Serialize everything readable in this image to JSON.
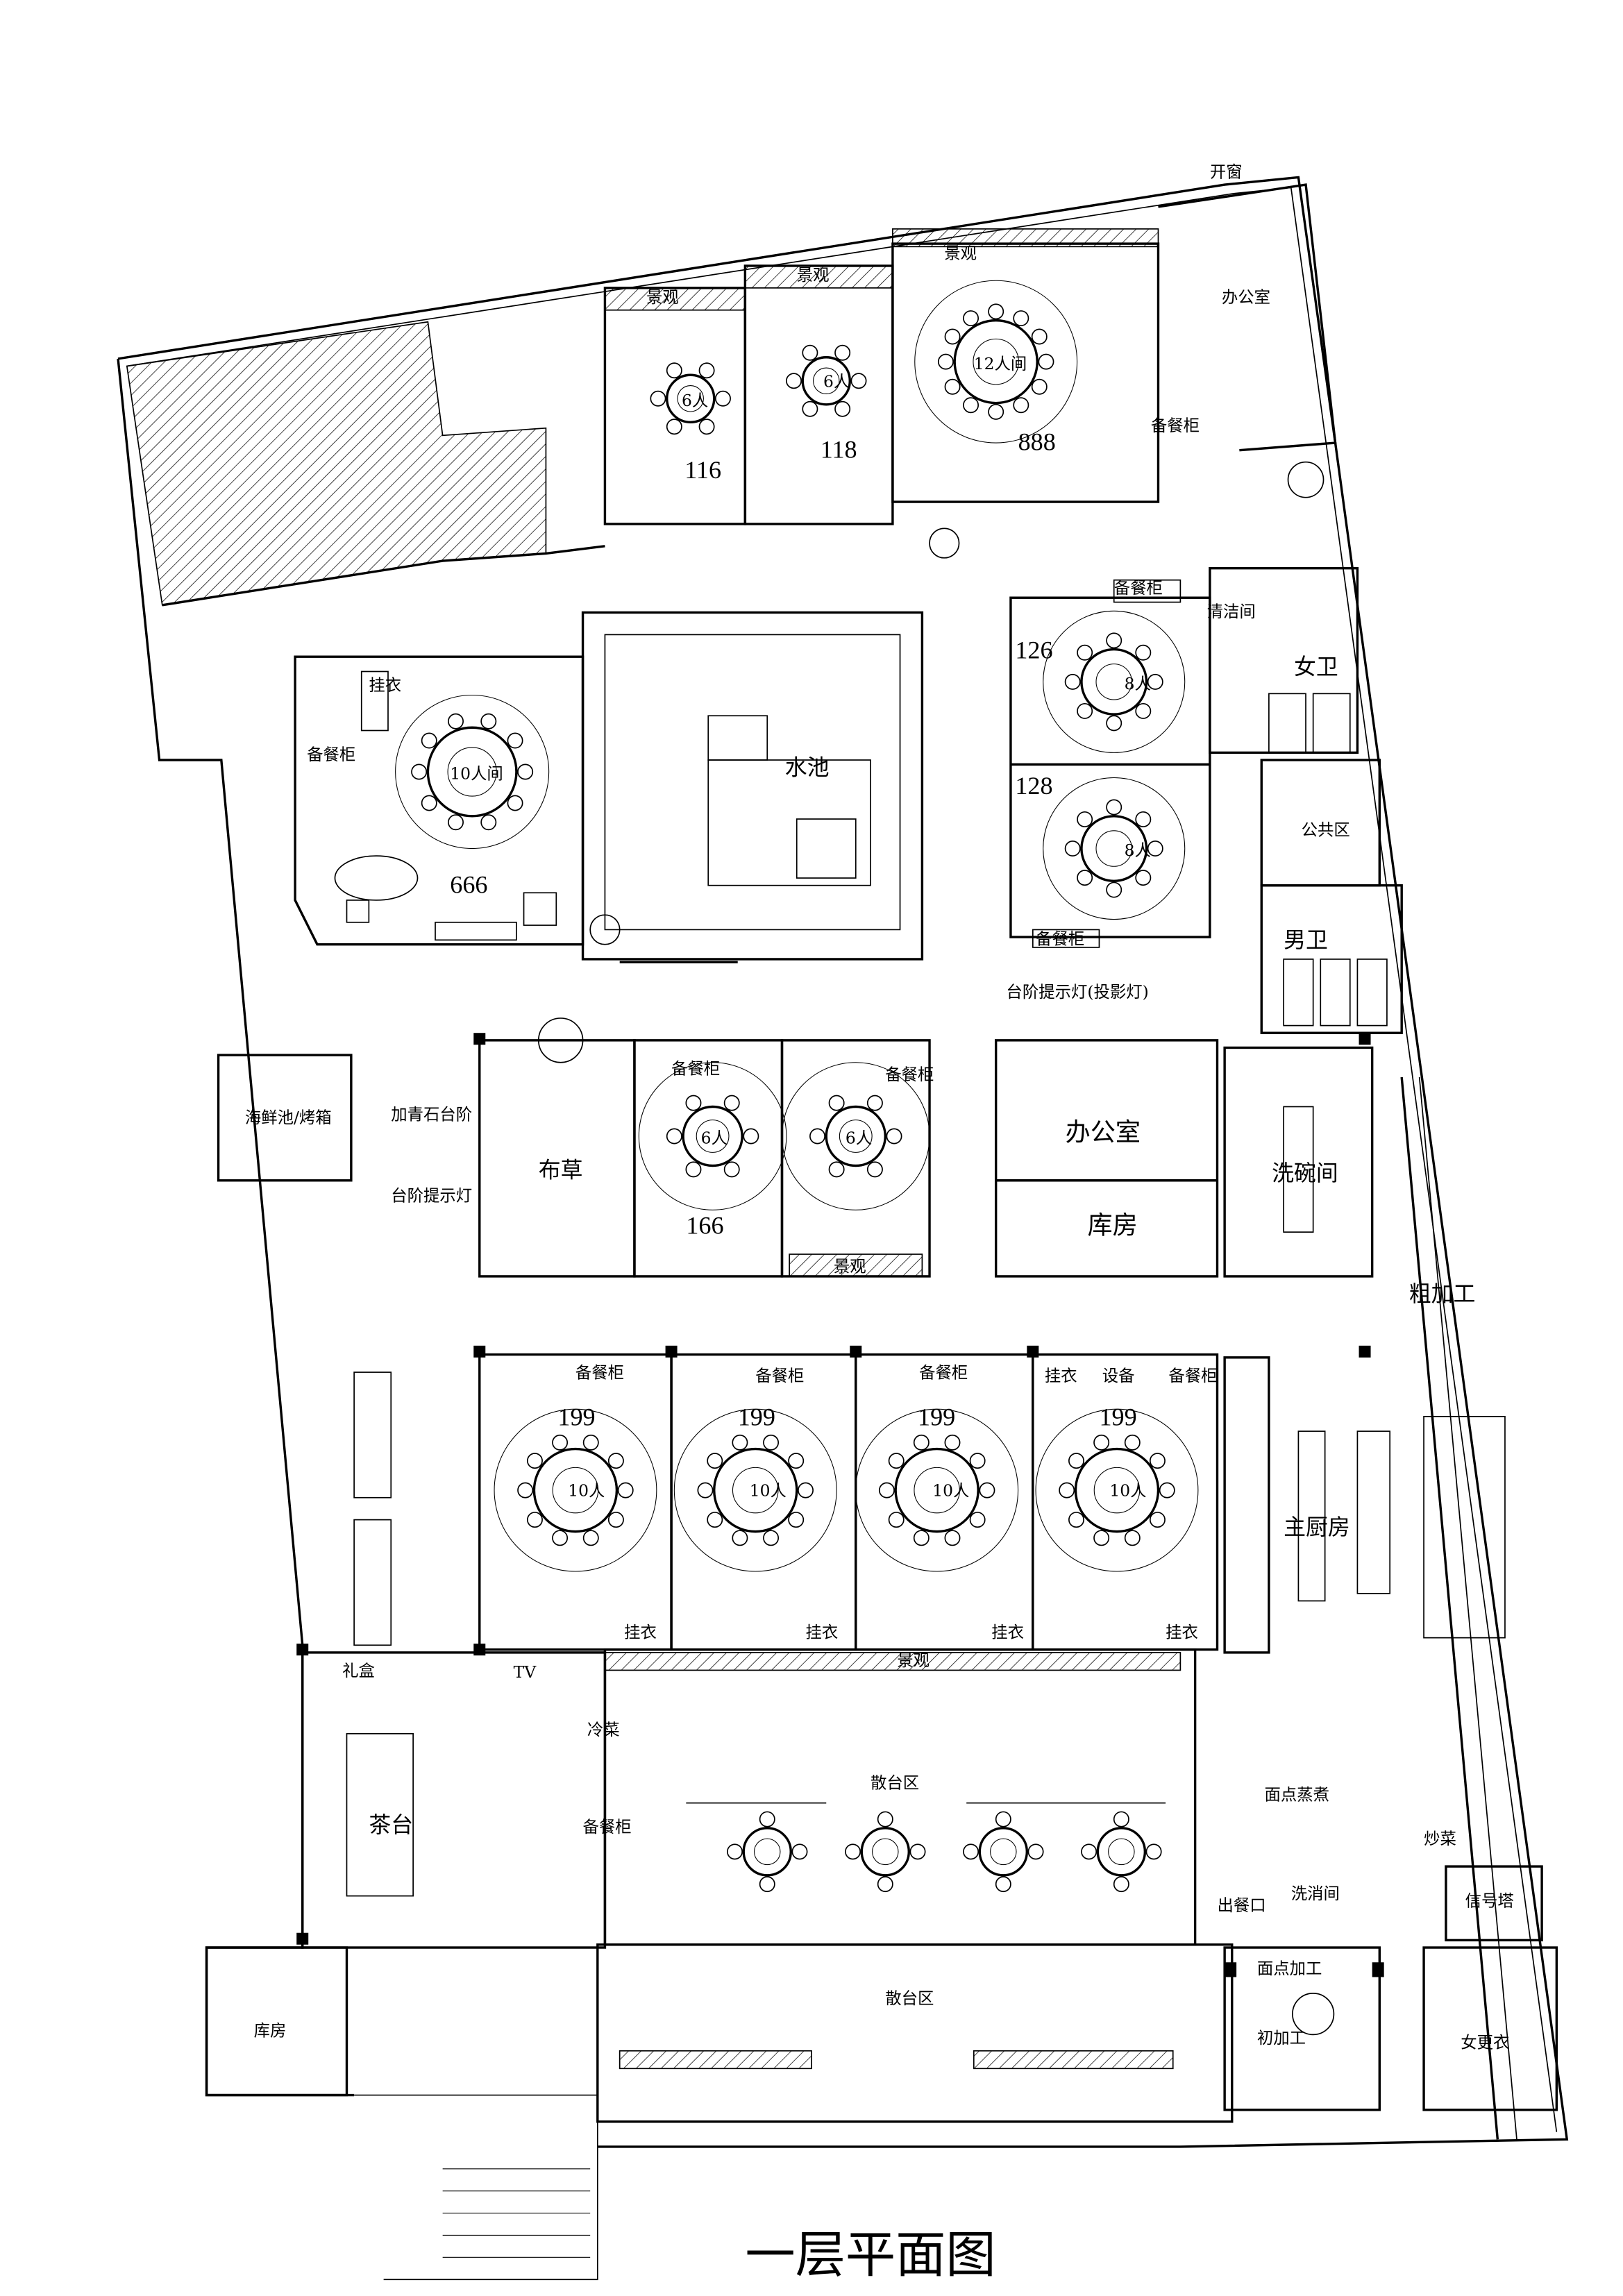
{
  "title": "一层平面图",
  "labels": {
    "window": "开窗",
    "office_top": "办公室",
    "landscape_1": "景观",
    "landscape_2": "景观",
    "landscape_3": "景观",
    "landscape_4": "景观",
    "room_116": "116",
    "room_118": "118",
    "room_888": "888",
    "room_888_type": "12人间",
    "table_6a": "6人",
    "table_6b": "6人",
    "sideboard_888": "备餐柜",
    "coat_666": "挂衣",
    "sideboard_666": "备餐柜",
    "room_666": "666",
    "room_666_type": "10人间",
    "pond": "水池",
    "room_126": "126",
    "room_128": "128",
    "table_8a": "8人",
    "table_8b": "8人",
    "sideboard_126": "备餐柜",
    "sideboard_128": "备餐柜",
    "cleaning": "清洁间",
    "female_wc": "女卫",
    "public_area": "公共区",
    "male_wc": "男卫",
    "step_light_projector": "台阶提示灯(投影灯)",
    "seafood": "海鲜池/烤箱",
    "bluestone_step": "加青石台阶",
    "step_light": "台阶提示灯",
    "linen": "布草",
    "room_166": "166",
    "table_6c": "6人",
    "table_6d": "6人",
    "sideboard_166": "备餐柜",
    "sideboard_166b": "备餐柜",
    "landscape_166": "景观",
    "office": "办公室",
    "storage": "库房",
    "dishwash": "洗碗间",
    "rough_process": "粗加工",
    "main_kitchen": "主厨房",
    "gift": "礼盒",
    "tv": "TV",
    "cold_dish": "冷菜",
    "landscape_hall": "景观",
    "hall_1": "散台区",
    "hall_2": "散台区",
    "tea": "茶台",
    "sideboard_hall": "备餐柜",
    "pastry_steam": "面点蒸煮",
    "disinfect": "洗消间",
    "serving": "出餐口",
    "stir_fry": "炒菜",
    "signal_tower": "信号塔",
    "pastry_process": "面点加工",
    "primary_process": "初加工",
    "female_locker": "女更衣",
    "storage_2": "库房"
  },
  "rooms_199": [
    {
      "number": "199",
      "type": "10人",
      "sideboard": "备餐柜",
      "coat": "挂衣"
    },
    {
      "number": "199",
      "type": "10人",
      "sideboard": "备餐柜",
      "coat": "挂衣"
    },
    {
      "number": "199",
      "type": "10人",
      "sideboard": "备餐柜",
      "coat": "挂衣"
    },
    {
      "number": "199",
      "type": "10人",
      "sideboard": "备餐柜",
      "coat": "挂衣",
      "coat_top": "挂衣",
      "equipment": "设备"
    }
  ]
}
